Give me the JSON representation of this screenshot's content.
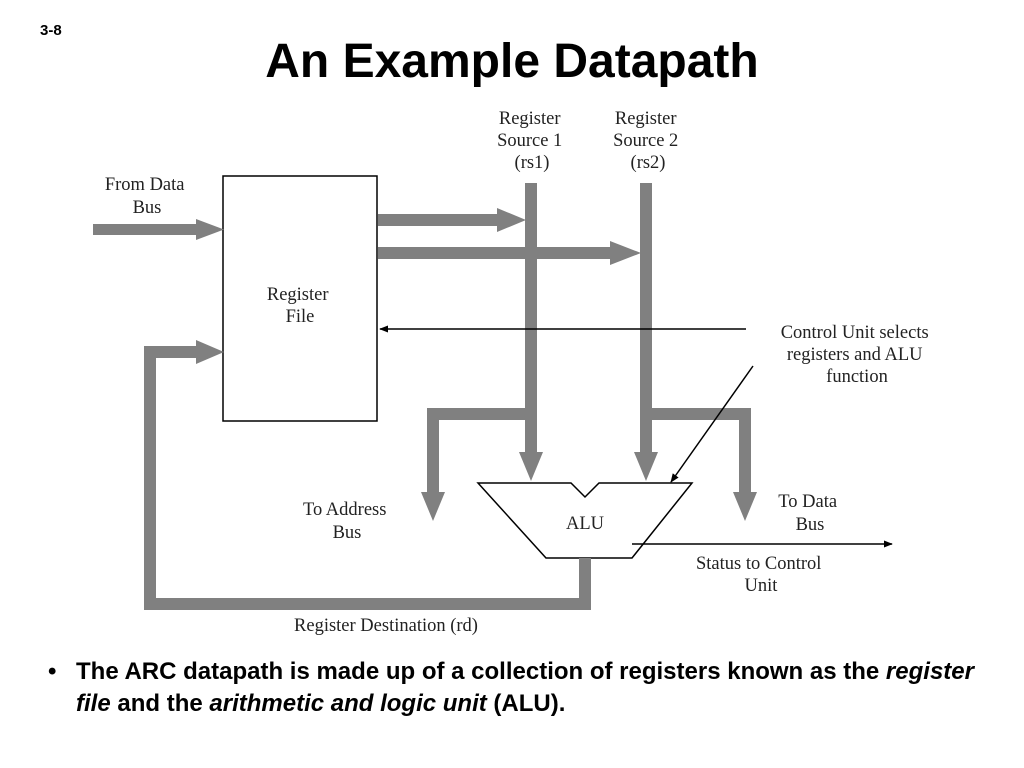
{
  "slide": {
    "number": "3-8",
    "title": "An Example Datapath"
  },
  "diagram": {
    "rs1_label": [
      "Register",
      "Source 1",
      "(rs1)"
    ],
    "rs2_label": [
      "Register",
      "Source 2",
      "(rs2)"
    ],
    "from_data_bus": [
      "From Data",
      "Bus"
    ],
    "register_file": [
      "Register",
      "File"
    ],
    "control_unit_note": [
      "Control Unit selects",
      "registers and ALU",
      "function"
    ],
    "to_address_bus": [
      "To Address",
      "Bus"
    ],
    "alu": "ALU",
    "to_data_bus": [
      "To Data",
      "Bus"
    ],
    "status_to_control": [
      "Status to Control",
      "Unit"
    ],
    "register_destination": "Register Destination (rd)",
    "bus_color": "#808080",
    "line_color": "#000000"
  },
  "bullet": {
    "part1": "The ARC datapath is made up of a collection of registers known as the",
    "term1": "register file",
    "part2": "and the",
    "term2": "arithmetic and logic unit",
    "part3": "(ALU)."
  }
}
